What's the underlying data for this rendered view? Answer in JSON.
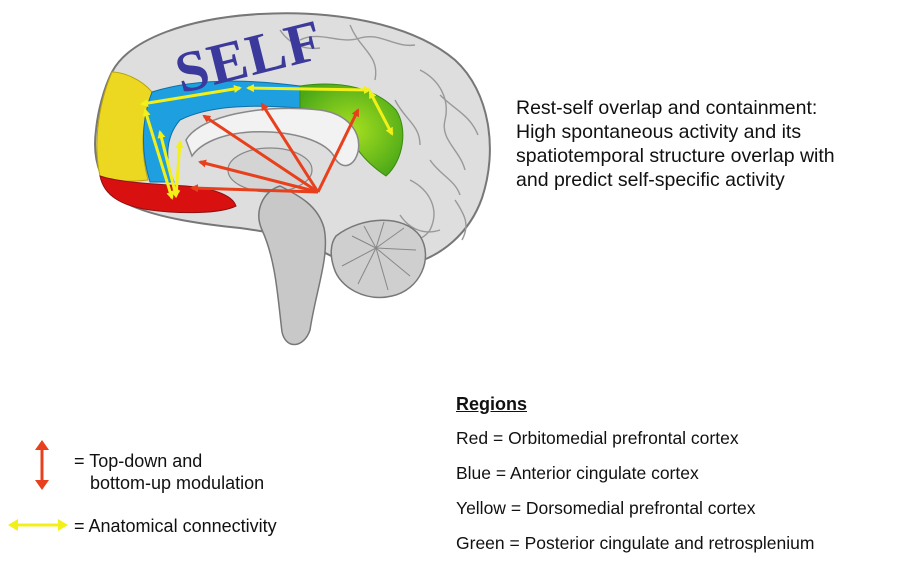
{
  "figure": {
    "self_label": "SELF"
  },
  "caption": {
    "lines": [
      "Rest-self overlap and containment:",
      "High spontaneous activity and its",
      "spatiotemporal structure overlap with",
      "and predict self-specific activity"
    ]
  },
  "legend": {
    "modulation_line1": "= Top-down and",
    "modulation_line2": "bottom-up modulation",
    "connectivity": "= Anatomical connectivity"
  },
  "regions": {
    "title": "Regions",
    "items": [
      {
        "color_word": "Red",
        "label": "= Orbitomedial prefrontal cortex",
        "color": "#d81010"
      },
      {
        "color_word": "Blue",
        "label": "= Anterior cingulate cortex",
        "color": "#1e9fe0"
      },
      {
        "color_word": "Yellow",
        "label": "= Dorsomedial prefrontal cortex",
        "color": "#f0e020"
      },
      {
        "color_word": "Green",
        "label": "= Posterior cingulate and retrosplenium",
        "color": "#7cc820"
      }
    ]
  },
  "colors": {
    "modulation_arrow": "#e8401c",
    "connectivity_arrow": "#f2f018",
    "self_text": "#3b3a9c"
  }
}
